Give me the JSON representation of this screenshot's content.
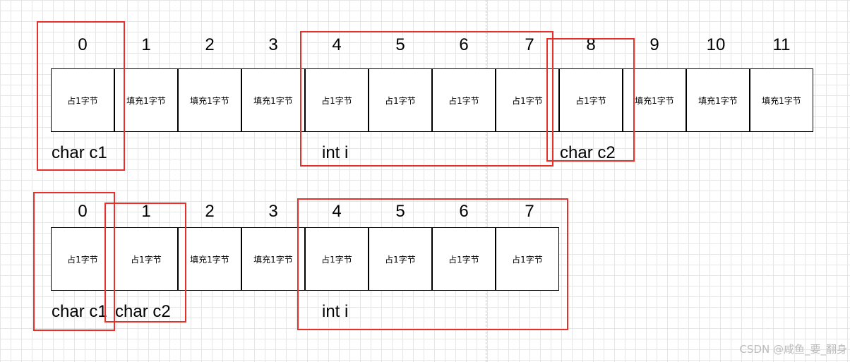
{
  "diagram1": {
    "indices": [
      "0",
      "1",
      "2",
      "3",
      "4",
      "5",
      "6",
      "7",
      "8",
      "9",
      "10",
      "11"
    ],
    "cells": [
      "占1字节",
      "填充1字节",
      "填充1字节",
      "填充1字节",
      "占1字节",
      "占1字节",
      "占1字节",
      "占1字节",
      "占1字节",
      "填充1字节",
      "填充1字节",
      "填充1字节"
    ],
    "labels": {
      "c1": "char c1",
      "i": "int i",
      "c2": "char c2"
    }
  },
  "diagram2": {
    "indices": [
      "0",
      "1",
      "2",
      "3",
      "4",
      "5",
      "6",
      "7"
    ],
    "cells": [
      "占1字节",
      "占1字节",
      "填充1字节",
      "填充1字节",
      "占1字节",
      "占1字节",
      "占1字节",
      "占1字节"
    ],
    "labels": {
      "c1": "char c1",
      "c2": "char c2",
      "i": "int i"
    }
  },
  "colors": {
    "highlight": "#e8302a",
    "grid": "#e6e6e6"
  },
  "watermark": "CSDN @咸鱼_要_翻身"
}
